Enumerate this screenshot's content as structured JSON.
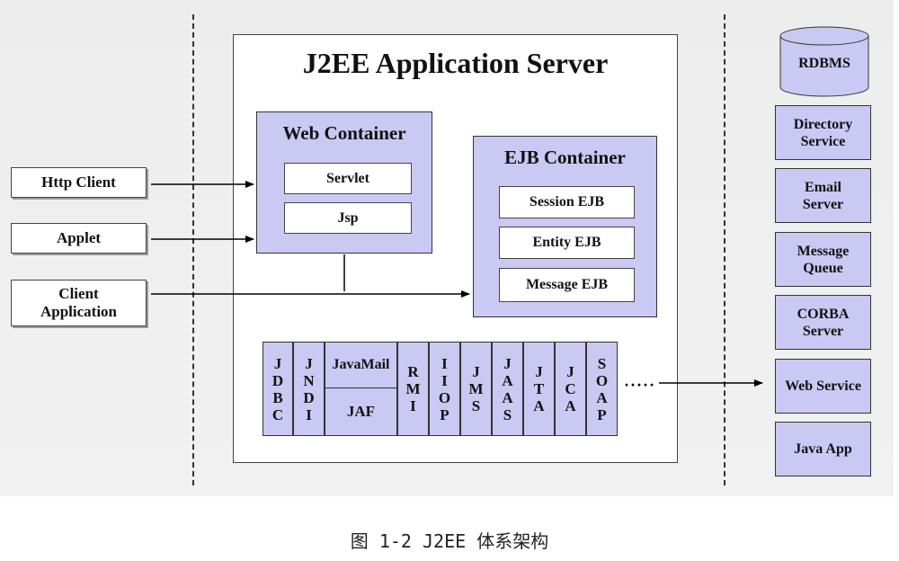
{
  "server": {
    "title": "J2EE Application Server",
    "web_container": {
      "title": "Web Container",
      "items": [
        "Servlet",
        "Jsp"
      ]
    },
    "ejb_container": {
      "title": "EJB Container",
      "items": [
        "Session EJB",
        "Entity EJB",
        "Message EJB"
      ]
    },
    "apis": [
      {
        "letters": [
          "J",
          "D",
          "B",
          "C"
        ]
      },
      {
        "letters": [
          "J",
          "N",
          "D",
          "I"
        ]
      },
      {
        "top": "JavaMail",
        "bottom": "JAF"
      },
      {
        "letters": [
          "R",
          "M",
          "I"
        ]
      },
      {
        "letters": [
          "I",
          "I",
          "O",
          "P"
        ]
      },
      {
        "letters": [
          "J",
          "M",
          "S"
        ]
      },
      {
        "letters": [
          "J",
          "A",
          "A",
          "S"
        ]
      },
      {
        "letters": [
          "J",
          "T",
          "A"
        ]
      },
      {
        "letters": [
          "J",
          "C",
          "A"
        ]
      },
      {
        "letters": [
          "S",
          "O",
          "A",
          "P"
        ]
      }
    ],
    "ellipsis": "·····"
  },
  "clients": [
    "Http Client",
    "Applet",
    "Client Application"
  ],
  "rdbms": "RDBMS",
  "services": [
    "Directory Service",
    "Email Server",
    "Message Queue",
    "CORBA Server",
    "Web Service",
    "Java App"
  ],
  "caption": "图 1-2 J2EE 体系架构",
  "colors": {
    "container_fill": "#c9c9f3",
    "line": "#000000",
    "diagram_bg": "#eeeeee"
  }
}
